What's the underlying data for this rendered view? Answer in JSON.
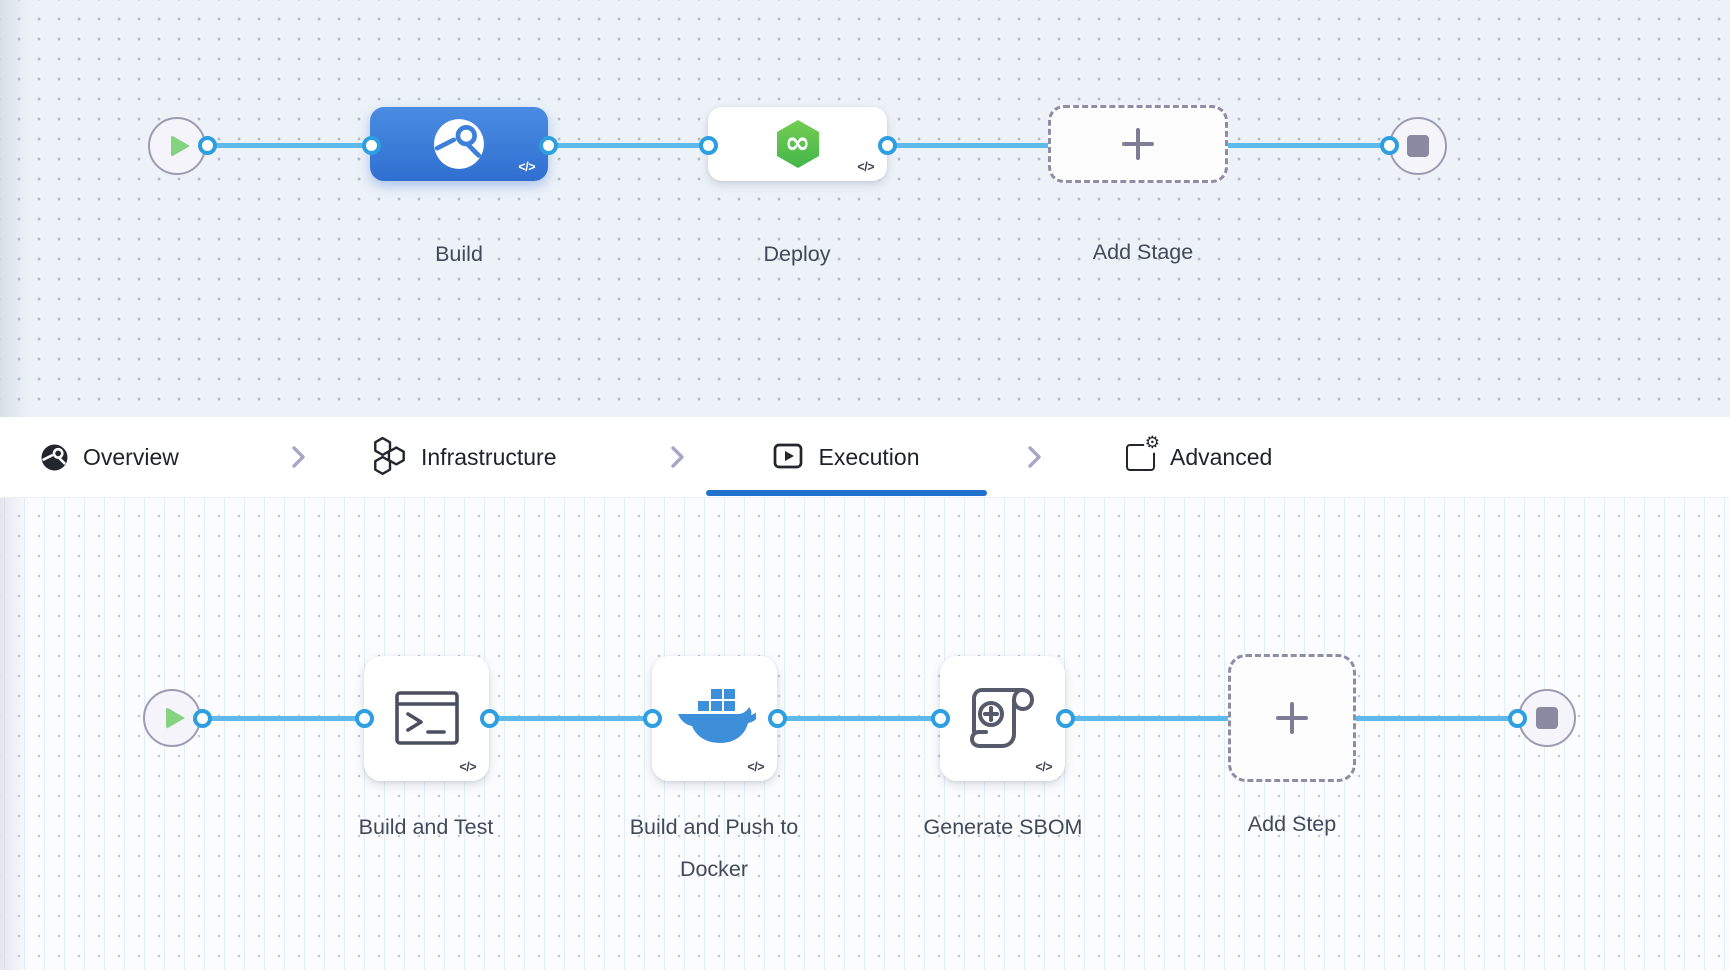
{
  "stage_pipeline": {
    "start_node": {
      "icon": "play-icon"
    },
    "end_node": {
      "icon": "stop-icon"
    },
    "stages": [
      {
        "label": "Build",
        "icon": "ci-build-icon",
        "state": "selected",
        "yaml_badge": "</>"
      },
      {
        "label": "Deploy",
        "icon": "cd-deploy-icon",
        "state": "default",
        "yaml_badge": "</>"
      },
      {
        "label": "Add Stage",
        "icon": "plus-icon",
        "state": "placeholder",
        "plus": "+"
      }
    ]
  },
  "stage_tabs": {
    "active": "Execution",
    "separator_icon": "chevron-right-icon",
    "items": [
      {
        "label": "Overview",
        "icon": "overview-icon",
        "active": false
      },
      {
        "label": "Infrastructure",
        "icon": "infrastructure-icon",
        "active": false
      },
      {
        "label": "Execution",
        "icon": "execution-icon",
        "active": true
      },
      {
        "label": "Advanced",
        "icon": "advanced-icon",
        "active": false
      }
    ]
  },
  "step_pipeline": {
    "start_node": {
      "icon": "play-icon"
    },
    "end_node": {
      "icon": "stop-icon"
    },
    "steps": [
      {
        "label": "Build and Test",
        "icon": "terminal-icon",
        "yaml_badge": "</>"
      },
      {
        "label": "Build and Push to Docker",
        "icon": "docker-icon",
        "yaml_badge": "</>"
      },
      {
        "label": "Generate SBOM",
        "icon": "sbom-scroll-icon",
        "yaml_badge": "</>"
      },
      {
        "label": "Add Step",
        "icon": "plus-icon",
        "plus": "+"
      }
    ]
  },
  "colors": {
    "selected_stage_blue": "#3c80d9",
    "connector_blue": "#5fb9ea",
    "port_ring_blue": "#2d9fe0",
    "active_tab_underline": "#2171cf",
    "deploy_green": "#52bf4c",
    "play_green": "#84d381",
    "docker_blue": "#3d8fd9",
    "canvas_top_bg": "#edf2f8",
    "canvas_bottom_bg": "#fbfcfe"
  }
}
